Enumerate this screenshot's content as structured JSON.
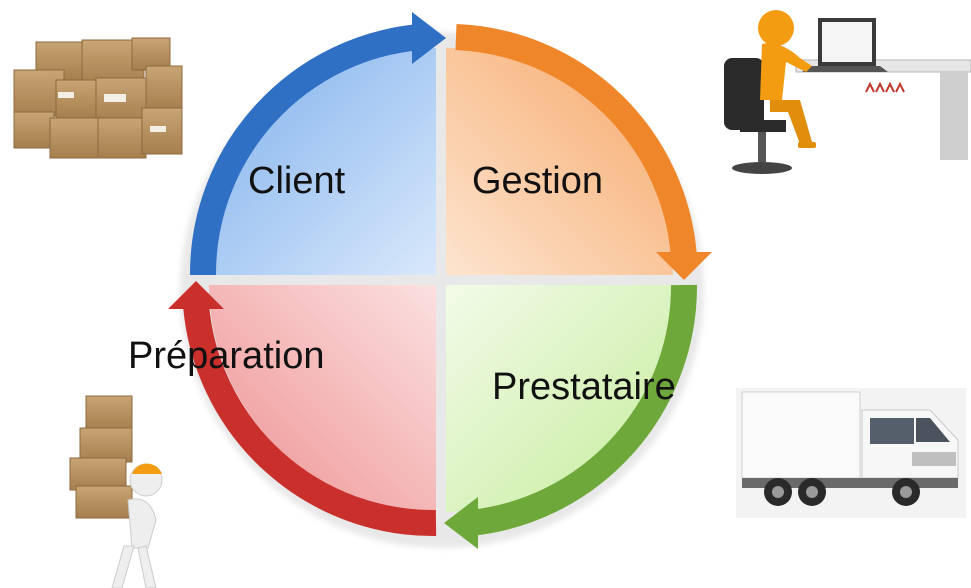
{
  "cycle": {
    "quadrants": [
      {
        "id": "client",
        "label": "Client",
        "color": "#2f6fc4",
        "fill": "#a9c8ef"
      },
      {
        "id": "gestion",
        "label": "Gestion",
        "color": "#f0862a",
        "fill": "#f9c9a1"
      },
      {
        "id": "prestataire",
        "label": "Prestataire",
        "color": "#6ea83a",
        "fill": "#d9f1c0"
      },
      {
        "id": "preparation",
        "label": "Préparation",
        "color": "#c9302c",
        "fill": "#f4b3b3"
      }
    ]
  },
  "illustrations": {
    "top_left": "cardboard-boxes-illustration",
    "top_right": "office-worker-at-desk-illustration",
    "bottom_left": "person-carrying-boxes-illustration",
    "bottom_right": "delivery-truck-illustration"
  }
}
